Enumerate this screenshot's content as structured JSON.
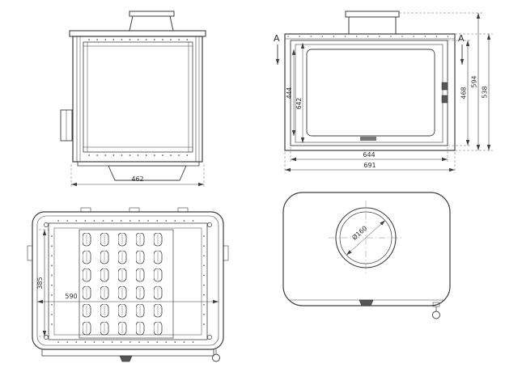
{
  "drawing": {
    "background": "#ffffff",
    "line_color": "#3d3d3d",
    "views": {
      "side": {
        "dims": {
          "depth": "462"
        }
      },
      "front": {
        "section_left": "A",
        "section_right": "A",
        "dims": {
          "glass_height": "444",
          "glass_width": "642",
          "door_height": "468",
          "overall_height": "594",
          "body_height": "538",
          "frame_width": "644",
          "overall_width": "691"
        }
      },
      "grate": {
        "dims": {
          "depth": "385",
          "width": "590"
        }
      },
      "top": {
        "dims": {
          "flue_diameter": "Ø160"
        }
      }
    }
  }
}
